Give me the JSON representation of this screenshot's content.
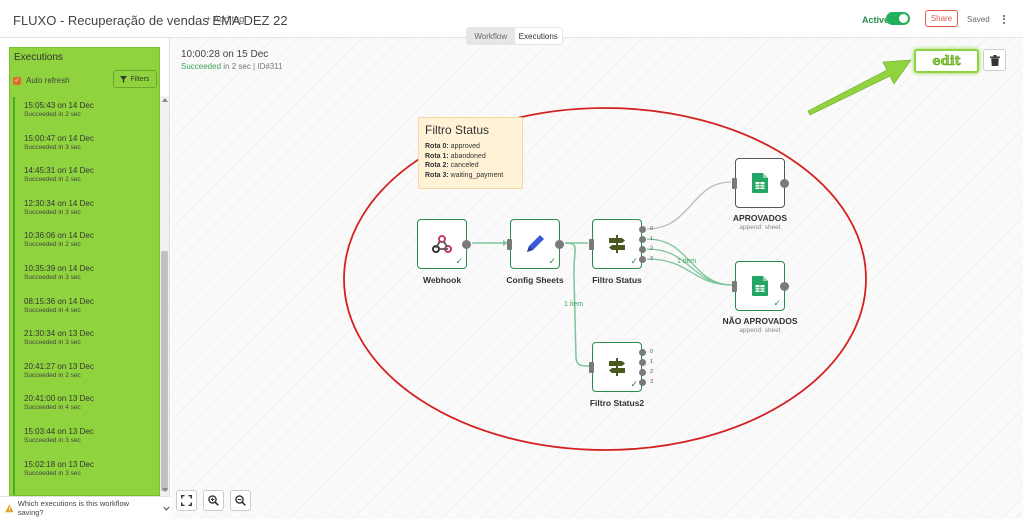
{
  "header": {
    "workflow_title": "FLUXO - Recuperação de vendas EMA DEZ 22",
    "add_tag": "+ Add tag",
    "active_label": "Active",
    "share_label": "Share",
    "saved_label": "Saved"
  },
  "tabs": [
    {
      "label": "Workflow",
      "active": false
    },
    {
      "label": "Executions",
      "active": true
    }
  ],
  "executions_panel": {
    "title": "Executions",
    "auto_refresh_label": "Auto refresh",
    "auto_refresh_checked": true,
    "filters_label": "Filters",
    "items": [
      {
        "time": "15:05:43 on 14 Dec",
        "status": "Succeeded in 2 sec"
      },
      {
        "time": "15:00:47 on 14 Dec",
        "status": "Succeeded in 3 sec"
      },
      {
        "time": "14:45:31 on 14 Dec",
        "status": "Succeeded in 2 sec"
      },
      {
        "time": "12:30:34 on 14 Dec",
        "status": "Succeeded in 3 sec"
      },
      {
        "time": "10:36:06 on 14 Dec",
        "status": "Succeeded in 2 sec"
      },
      {
        "time": "10:35:39 on 14 Dec",
        "status": "Succeeded in 3 sec"
      },
      {
        "time": "08:15:36 on 14 Dec",
        "status": "Succeeded in 4 sec"
      },
      {
        "time": "21:30:34 on 13 Dec",
        "status": "Succeeded in 3 sec"
      },
      {
        "time": "20:41:27 on 13 Dec",
        "status": "Succeeded in 2 sec"
      },
      {
        "time": "20:41:00 on 13 Dec",
        "status": "Succeeded in 4 sec"
      },
      {
        "time": "15:03:44 on 13 Dec",
        "status": "Succeeded in 3 sec"
      },
      {
        "time": "15:02:18 on 13 Dec",
        "status": "Succeeded in 3 sec"
      }
    ],
    "saving_question": "Which executions is this workflow saving?"
  },
  "execution_detail": {
    "date": "10:00:28 on 15 Dec",
    "status_word": "Succeeded",
    "status_rest": " in 2 sec | ID#311",
    "edit_label": "edit"
  },
  "sticky_note": {
    "title": "Filtro Status",
    "lines": [
      {
        "key": "Rota 0:",
        "value": " approved"
      },
      {
        "key": "Rota 1:",
        "value": " abandoned"
      },
      {
        "key": "Rota 2:",
        "value": " canceled"
      },
      {
        "key": "Rota 3:",
        "value": " waiting_payment"
      }
    ]
  },
  "nodes": {
    "webhook": {
      "label": "Webhook"
    },
    "config_sheets": {
      "label": "Config Sheets"
    },
    "filtro_status": {
      "label": "Filtro Status",
      "ports": [
        "0",
        "1",
        "2",
        "3"
      ]
    },
    "filtro_status2": {
      "label": "Filtro Status2",
      "ports": [
        "0",
        "1",
        "2",
        "3"
      ]
    },
    "aprovados": {
      "label": "APROVADOS",
      "sublabel": "append: sheet"
    },
    "nao_aprovados": {
      "label": "NÃO APROVADOS",
      "sublabel": "append: sheet"
    }
  },
  "connection_labels": {
    "to_filtro_status2": "1 item",
    "to_nao_aprovados": "1 item"
  },
  "colors": {
    "success_green": "#2a8c4a",
    "highlight_green": "#8fd43e",
    "annotation_red": "#d42020",
    "share_red": "#e05a4c",
    "sticky_bg": "#fff2d6"
  }
}
